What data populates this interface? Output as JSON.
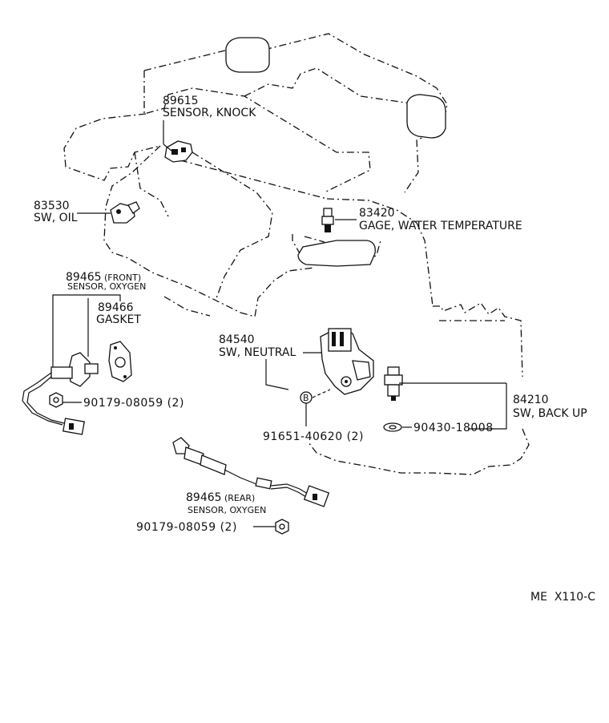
{
  "parts": {
    "knock_sensor": {
      "number": "89615",
      "name": "SENSOR, KNOCK"
    },
    "oil_switch": {
      "number": "83530",
      "name": "SW, OIL"
    },
    "water_temp_gage": {
      "number": "83420",
      "name": "GAGE, WATER TEMPERATURE"
    },
    "oxygen_sensor_front": {
      "number": "89465",
      "qualifier": "(FRONT)",
      "name": "SENSOR, OXYGEN"
    },
    "gasket": {
      "number": "89466",
      "name": "GASKET"
    },
    "nut_front": {
      "number": "90179-08059 (2)"
    },
    "neutral_switch": {
      "number": "84540",
      "name": "SW, NEUTRAL"
    },
    "bolt_neutral": {
      "number": "91651-40620 (2)",
      "marker": "B"
    },
    "back_up_switch": {
      "number": "84210",
      "name": "SW, BACK UP"
    },
    "washer": {
      "number": "90430-18008"
    },
    "oxygen_sensor_rear": {
      "number": "89465",
      "qualifier": "(REAR)",
      "name": "SENSOR, OXYGEN"
    },
    "nut_rear": {
      "number": "90179-08059 (2)"
    }
  },
  "figure_code": "ME  X110-C"
}
